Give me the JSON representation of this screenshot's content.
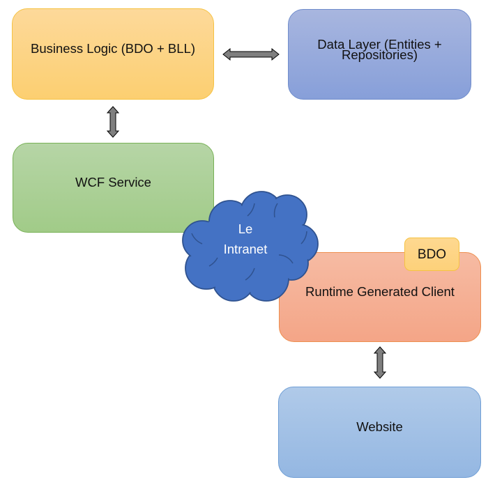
{
  "diagram": {
    "nodes": [
      {
        "id": "business-logic",
        "label": "Business Logic (BDO + BLL)",
        "fill": "#fdd590",
        "stroke": "#f5c242"
      },
      {
        "id": "data-layer",
        "label_lines": [
          "Data Layer (Entities +",
          "Repositories)"
        ],
        "fill": "#98aadb",
        "stroke": "#6f8ccb"
      },
      {
        "id": "wcf-service",
        "label": "WCF Service",
        "fill": "#acd097",
        "stroke": "#78b156"
      },
      {
        "id": "intranet-cloud",
        "label_lines": [
          "Le",
          "Intranet"
        ],
        "fill": "#4472c4",
        "stroke": "#2f528f"
      },
      {
        "id": "runtime-client",
        "label": "Runtime Generated Client",
        "fill": "#f5b095",
        "stroke": "#ee8e4e"
      },
      {
        "id": "bdo-tag",
        "label": "BDO",
        "fill": "#fed585",
        "stroke": "#f5c242"
      },
      {
        "id": "website",
        "label": "Website",
        "fill": "#a2c1e6",
        "stroke": "#6f9ed5"
      }
    ],
    "edges": [
      {
        "from": "business-logic",
        "to": "data-layer",
        "type": "bidirectional"
      },
      {
        "from": "business-logic",
        "to": "wcf-service",
        "type": "bidirectional"
      },
      {
        "from": "runtime-client",
        "to": "website",
        "type": "bidirectional"
      }
    ],
    "arrow_fill": "#7f7f7f",
    "arrow_stroke": "#000000"
  }
}
